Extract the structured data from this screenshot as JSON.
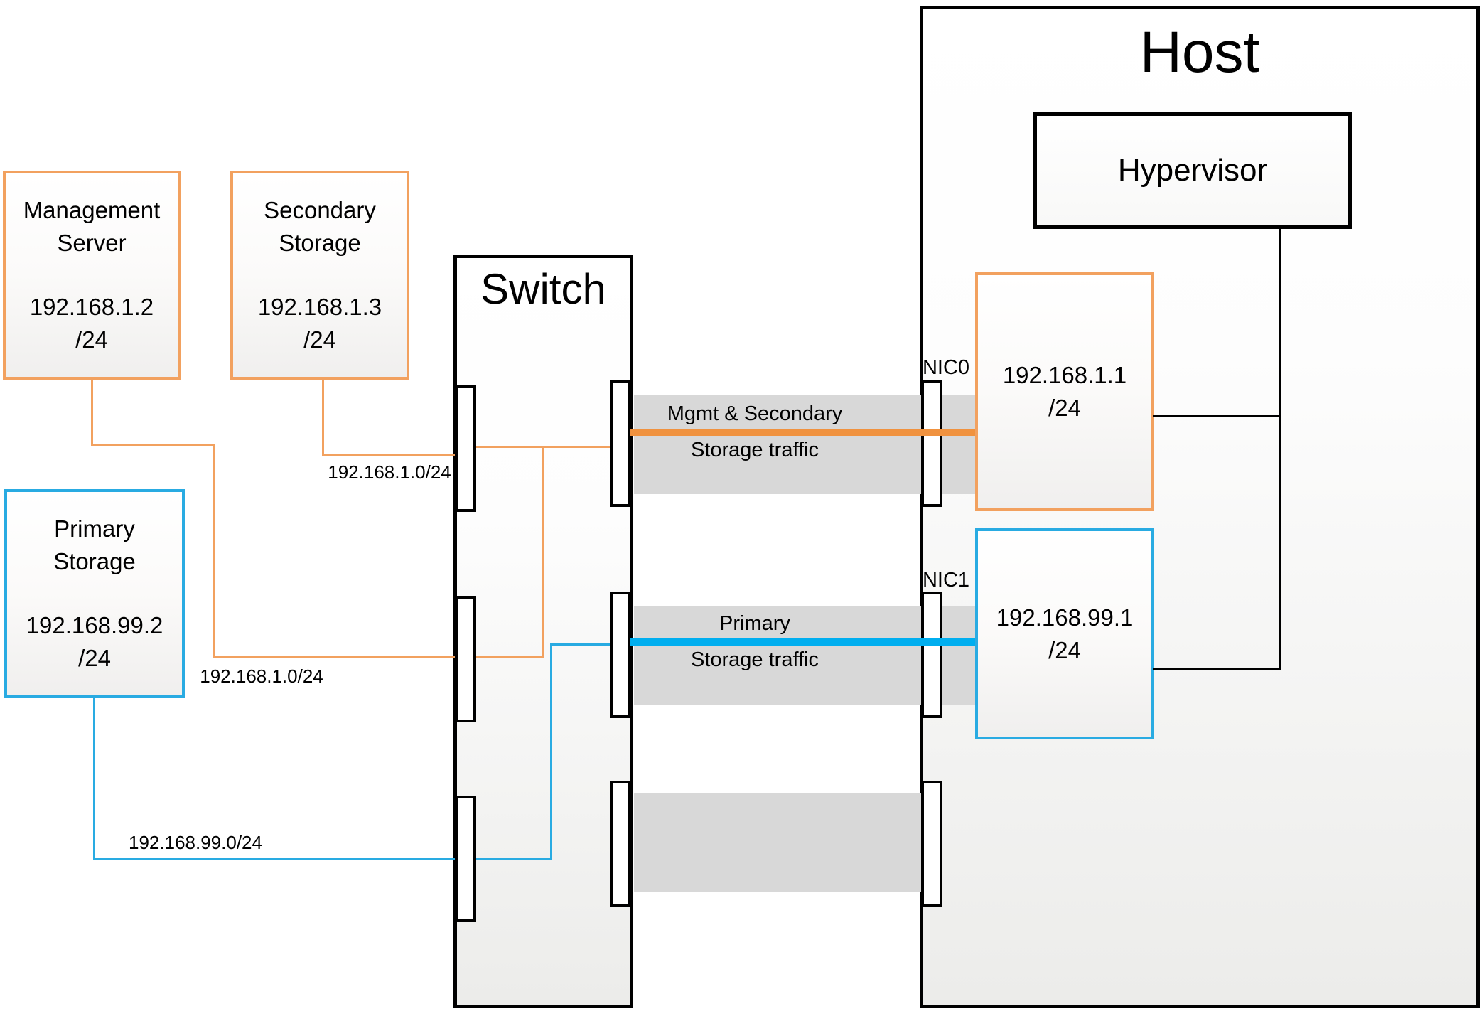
{
  "colors": {
    "orange_border": "#F2A15F",
    "orange_line": "#F0923F",
    "blue_border": "#29ABE2",
    "blue_line": "#00AEEF",
    "band_grey": "#D8D8D8"
  },
  "host": {
    "title": "Host"
  },
  "switch": {
    "title": "Switch"
  },
  "hypervisor": {
    "title": "Hypervisor"
  },
  "servers": {
    "management": {
      "name1": "Management",
      "name2": "Server",
      "ip": "192.168.1.2",
      "mask": "/24"
    },
    "secondary": {
      "name1": "Secondary",
      "name2": "Storage",
      "ip": "192.168.1.3",
      "mask": "/24"
    },
    "primary": {
      "name1": "Primary",
      "name2": "Storage",
      "ip": "192.168.99.2",
      "mask": "/24"
    }
  },
  "nics": {
    "nic0": {
      "label": "NIC0",
      "ip": "192.168.1.1",
      "mask": "/24"
    },
    "nic1": {
      "label": "NIC1",
      "ip": "192.168.99.1",
      "mask": "/24"
    }
  },
  "subnet_labels": {
    "secondary": "192.168.1.0/24",
    "management": "192.168.1.0/24",
    "primary": "192.168.99.0/24"
  },
  "traffic_labels": {
    "mgmt": {
      "line1": "Mgmt & Secondary",
      "line2": "Storage traffic"
    },
    "primary": {
      "line1": "Primary",
      "line2": "Storage traffic"
    }
  }
}
